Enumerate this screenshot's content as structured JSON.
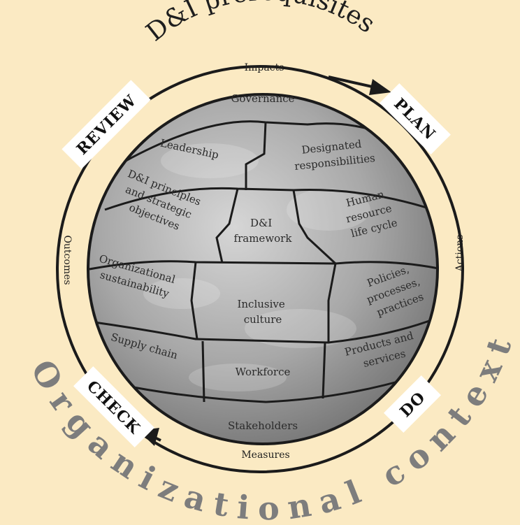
{
  "colors": {
    "background": "#fbeac3",
    "globe_light": "#c9c9c9",
    "globe_dark": "#6f6f6f",
    "outline": "#1b1b1b",
    "context_text": "#7d7d7d"
  },
  "diagram": {
    "top_title": "D&I prerequisites",
    "bottom_title": "Organizational context",
    "cycle": {
      "plan": "PLAN",
      "do": "DO",
      "check": "CHECK",
      "review": "REVIEW",
      "impacts": "Impacts",
      "actions": "Actions",
      "measures": "Measures",
      "outcomes": "Outcomes"
    },
    "pieces": {
      "governance": "Governance",
      "leadership": "Leadership",
      "designated": [
        "Designated",
        "responsibilities"
      ],
      "principles": [
        "D&I principles",
        "and strategic",
        "objectives"
      ],
      "framework": [
        "D&I",
        "framework"
      ],
      "human_resource": [
        "Human",
        "resource",
        "life cycle"
      ],
      "sustainability": [
        "Organizational",
        "sustainability"
      ],
      "inclusive": [
        "Inclusive",
        "culture"
      ],
      "policies": [
        "Policies,",
        "processes,",
        "practices"
      ],
      "supply_chain": "Supply chain",
      "workforce": "Workforce",
      "products": [
        "Products and",
        "services"
      ],
      "stakeholders": "Stakeholders"
    }
  }
}
